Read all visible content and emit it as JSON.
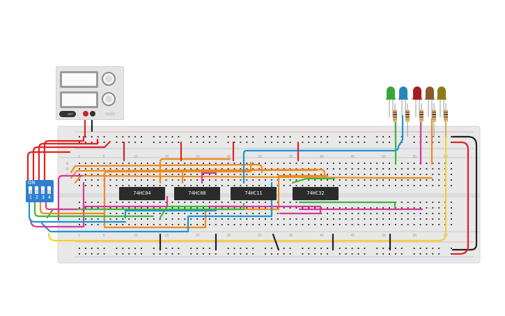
{
  "power_supply": {
    "switch_label": "OFF"
  },
  "dip_switch": {
    "on_label": "ON",
    "positions": [
      "1",
      "2",
      "3",
      "4"
    ]
  },
  "chips": [
    "74HC04",
    "74HC08",
    "74HC11",
    "74HC32"
  ],
  "breadboard": {
    "column_numbers": [
      "1",
      "5",
      "10",
      "15",
      "20",
      "25",
      "30",
      "35",
      "40",
      "45",
      "50",
      "55",
      "60"
    ],
    "row_letters": [
      "A",
      "B",
      "C"
    ]
  },
  "leds": [
    {
      "color": "#3aa63a"
    },
    {
      "color": "#2a86b8"
    },
    {
      "color": "#a61c1c"
    },
    {
      "color": "#8b5a2b"
    },
    {
      "color": "#8c7d14"
    }
  ],
  "wire_colors": {
    "red": "#e12121",
    "black": "#222222",
    "blue": "#1b95d6",
    "green": "#3cb83c",
    "orange": "#ef8a1d",
    "magenta": "#d23a9a",
    "yellow": "#f2d22b"
  }
}
